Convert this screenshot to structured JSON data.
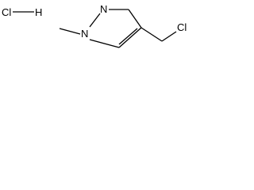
{
  "atoms": {
    "hcl_cl": "Cl",
    "hcl_h": "H",
    "ring_n1": "N",
    "ring_n2": "N",
    "chloromethyl_cl": "Cl"
  },
  "colors": {
    "bond": "#000000",
    "text": "#000000",
    "background": "#ffffff"
  }
}
